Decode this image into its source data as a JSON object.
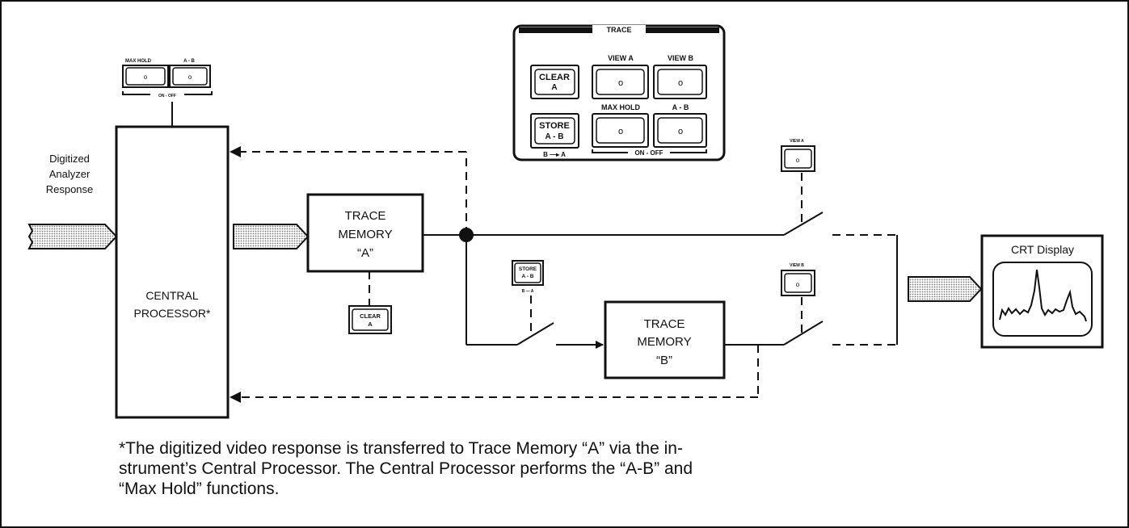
{
  "input_label": [
    "Digitized",
    "Analyzer",
    "Response"
  ],
  "central_processor": [
    "CENTRAL",
    "PROCESSOR*"
  ],
  "trace_memory_a": [
    "TRACE",
    "MEMORY",
    "“A”"
  ],
  "trace_memory_b": [
    "TRACE",
    "MEMORY",
    "“B”"
  ],
  "crt_display": "CRT Display",
  "small_panel": {
    "max_hold": "MAX HOLD",
    "a_minus_b": "A - B",
    "on_off": "ON - OFF"
  },
  "trace_panel": {
    "title": "TRACE",
    "clear_a": [
      "CLEAR",
      "A"
    ],
    "view_a": "VIEW A",
    "view_b": "VIEW B",
    "max_hold": "MAX HOLD",
    "a_minus_b": "A - B",
    "store": [
      "STORE",
      "A - B"
    ],
    "b_to_a": "B —▸ A",
    "on_off": "ON - OFF"
  },
  "inline_buttons": {
    "clear_a": [
      "CLEAR",
      "A"
    ],
    "store": [
      "STORE",
      "A - B"
    ],
    "b_to_a": "B — A",
    "view_a": "VIEW A",
    "view_b": "VIEW B"
  },
  "footnote": [
    "*The digitized video response is transferred to Trace Memory “A” via the in-",
    "strument’s Central Processor. The Central Processor performs the “A-B” and",
    "“Max Hold” functions."
  ],
  "colors": {
    "ink": "#111111",
    "paper": "#ffffff",
    "dot_fill": "#bdbdbd"
  }
}
